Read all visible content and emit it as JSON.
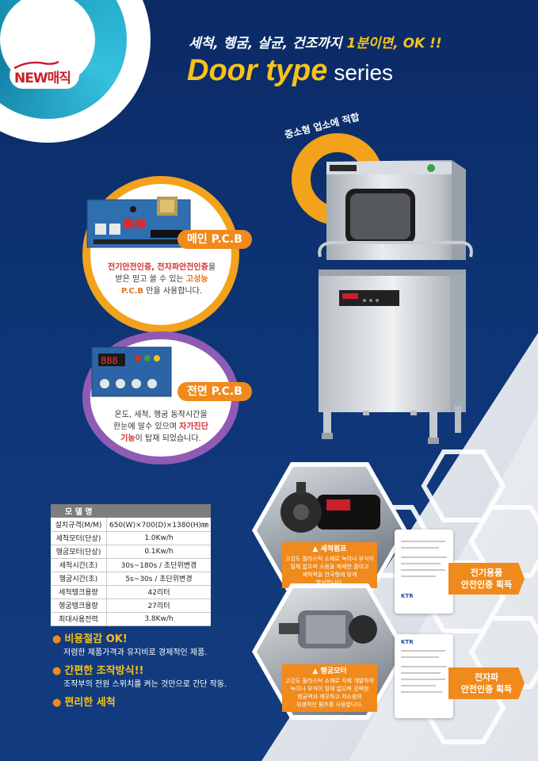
{
  "brand": {
    "logo_text": "NEW매직"
  },
  "headline": {
    "prefix": "세척, 헹굼, 살균, 건조까지 ",
    "highlight": "1분이면, OK !!"
  },
  "title": {
    "main": "Door type",
    "series": "series"
  },
  "badge_ring": {
    "label": "중소형 업소에 적합"
  },
  "main_pcb": {
    "label": "메인 P.C.B",
    "desc_red": "전기안전인증, 전자파안전인증",
    "desc_1": "을",
    "desc_2": "받은 믿고 쓸 수 있는 ",
    "desc_org": "고성능",
    "desc_org2": "P.C.B",
    "desc_3": " 만을 사용합니다."
  },
  "front_pcb": {
    "label": "전면 P.C.B",
    "desc_1": "온도, 세척, 헹굼 동작시간을",
    "desc_2": "한눈에 알수 있으며 ",
    "desc_red": "자가진단",
    "desc_red2": "기능",
    "desc_3": "이 탑재 되었습니다."
  },
  "spec_table": {
    "header": "모 델 명",
    "rows": [
      {
        "key": "설치규격(M/M)",
        "value": "650(W)×700(D)×1380(H)㎜"
      },
      {
        "key": "세척모터(단상)",
        "value": "1.0Kw/h"
      },
      {
        "key": "헹굼모터(단상)",
        "value": "0.1Kw/h"
      },
      {
        "key": "세척시간(초)",
        "value": "30s~180s / 초단위변경"
      },
      {
        "key": "헹굼시간(초)",
        "value": "5s~30s / 초단위변경"
      },
      {
        "key": "세척탱크용량",
        "value": "42리터"
      },
      {
        "key": "헹굼탱크용량",
        "value": "27리터"
      },
      {
        "key": "최대사용전력",
        "value": "3.8Kw/h"
      }
    ]
  },
  "features": [
    {
      "title": "비용절감 OK!",
      "text": "저렴한 제품가격과 유지비로 경제적인 제품."
    },
    {
      "title": "간편한 조작방식!!",
      "text": "조작부의 전원 스위치를 켜는 것만으로 간단 작동."
    },
    {
      "title": "편리한 세척",
      "text": ""
    }
  ],
  "pump": {
    "title": "▲ 세척펌프",
    "lines": [
      "고강도 플라스틱 소재로 녹이나 부식이",
      "일체 없으며 소음을 제재한 줄이고",
      "세척력을 한국형에 맞게",
      "향상합니다."
    ]
  },
  "motor": {
    "title": "▲ 헹굼모터",
    "lines": [
      "고강도 플라스틱 소재로 자체 개발하여",
      "녹이나 부식이 일체 없으며 강력한",
      "헹굼력과 깨끗하고 저소음의",
      "위생적인 펌프를 사용합니다."
    ]
  },
  "certs": [
    {
      "logo": "KTR",
      "badge_1": "전기용품",
      "badge_2": "안전인증 획득"
    },
    {
      "logo": "KTR",
      "badge_1": "전자파",
      "badge_2": "안전인증 획득"
    }
  ],
  "colors": {
    "navy": "#0d2f6b",
    "yellow": "#f6c21c",
    "orange": "#f08a1c",
    "purple": "#8f5bb5",
    "teal": "#1a9bbd"
  }
}
